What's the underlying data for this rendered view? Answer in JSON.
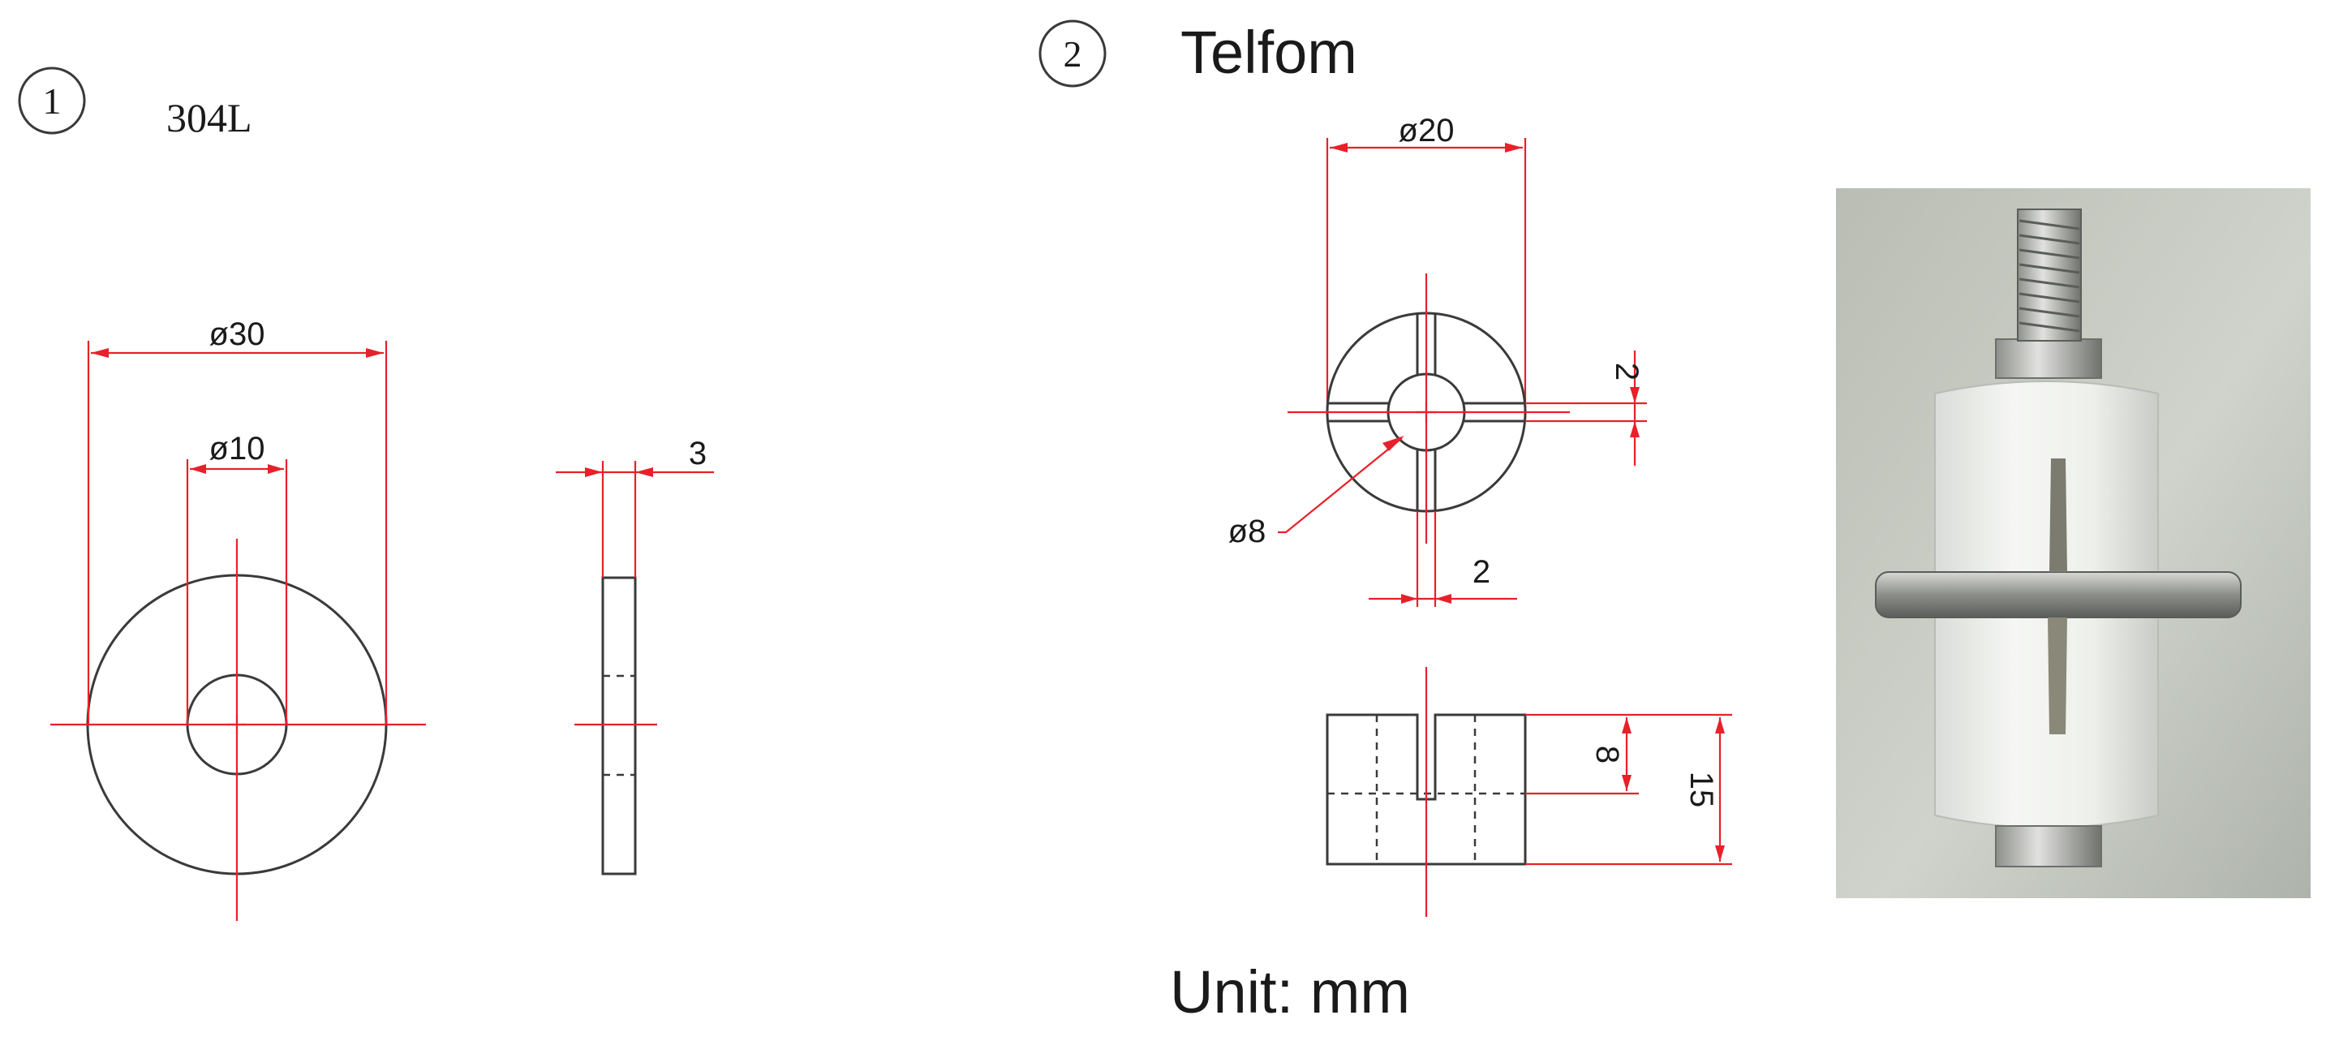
{
  "part1": {
    "number": "1",
    "material": "304L",
    "outer_diameter_label": "ø30",
    "inner_diameter_label": "ø10",
    "thickness_label": "3"
  },
  "part2": {
    "number": "2",
    "material": "Telfom",
    "outer_diameter_label": "ø20",
    "hole_diameter_label": "ø8",
    "slot_width_label_vertical": "2",
    "slot_width_label_horizontal": "2",
    "slot_depth_label": "8",
    "height_label": "15"
  },
  "photo": {
    "subject": "assembled-part-photo"
  },
  "footer": {
    "unit_label": "Unit: mm"
  }
}
